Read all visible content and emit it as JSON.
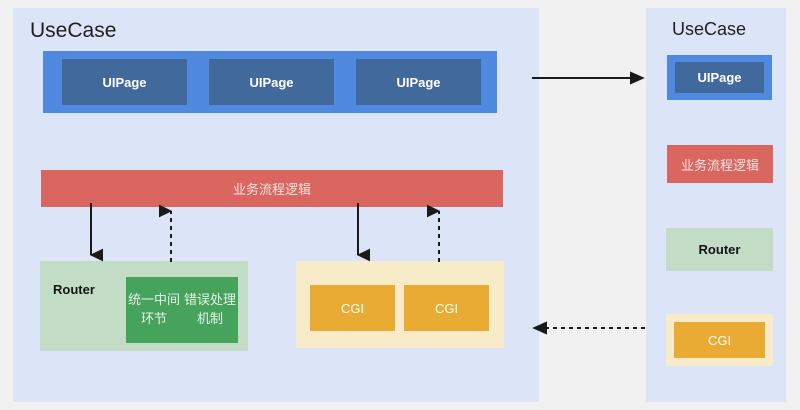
{
  "diagram": {
    "title": "UseCase architecture layering diagram",
    "colors": {
      "panel_bg": "#dbe5f7",
      "page_bg": "#f1f1f1",
      "blue_outer": "#4f8ae0",
      "blue_inner": "#42699c",
      "red": "#d9675f",
      "green_outer": "#c2dcc5",
      "green_inner": "#45a35b",
      "beige": "#f8ebc9",
      "orange": "#e9ab33",
      "arrow": "#1a1a1a"
    }
  },
  "left_panel": {
    "title": "UseCase",
    "ui_pages": [
      {
        "label": "UIPage"
      },
      {
        "label": "UIPage"
      },
      {
        "label": "UIPage"
      }
    ],
    "business_logic": {
      "label": "业务流程逻辑"
    },
    "router_group": {
      "label": "Router",
      "inner": {
        "line1": "统一中间环节",
        "line2": "错误处理机制"
      }
    },
    "cgi_group": {
      "items": [
        {
          "label": "CGI"
        },
        {
          "label": "CGI"
        }
      ]
    },
    "connectors": [
      {
        "name": "biz-to-router",
        "style": "solid",
        "direction": "down"
      },
      {
        "name": "router-to-biz",
        "style": "dashed",
        "direction": "up"
      },
      {
        "name": "biz-to-cgi",
        "style": "solid",
        "direction": "down"
      },
      {
        "name": "cgi-to-biz",
        "style": "dashed",
        "direction": "up"
      }
    ]
  },
  "right_panel": {
    "title": "UseCase",
    "ui_page": {
      "label": "UIPage"
    },
    "business_logic": {
      "label": "业务流程逻辑"
    },
    "router": {
      "label": "Router"
    },
    "cgi": {
      "label": "CGI"
    }
  },
  "cross_connectors": [
    {
      "name": "top-arrow",
      "style": "solid",
      "direction": "right"
    },
    {
      "name": "bottom-arrow",
      "style": "dashed",
      "direction": "left"
    }
  ]
}
